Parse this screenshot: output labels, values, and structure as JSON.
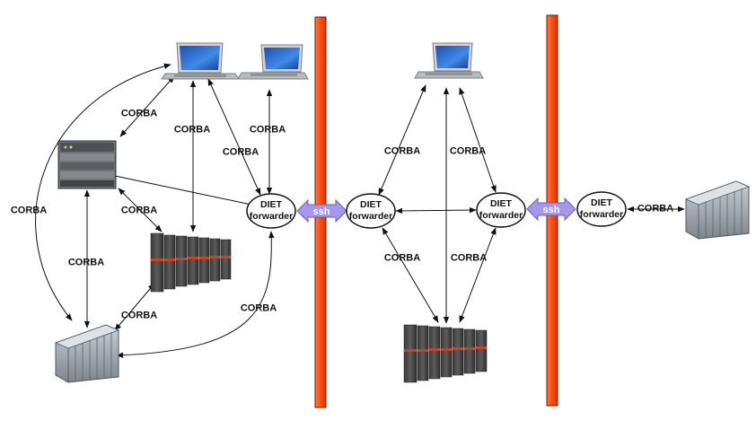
{
  "diagram": {
    "protocol_label": "CORBA",
    "tunnel_label": "ssh",
    "forwarder_line1": "DIET",
    "forwarder_line2": "forwarder"
  },
  "colors": {
    "firewall": "#ff4a12",
    "firewall_edge": "#6a1a08",
    "ssh_arrow": "#a597ee",
    "ssh_arrow_edge": "#6a5fc0",
    "node_fill": "#ffffff",
    "node_stroke": "#111111",
    "rack_body": "#4a4a4a",
    "rack_accent": "#c8441e",
    "cluster_body": "#9aa3aa",
    "server_body": "#6f747a",
    "laptop_body": "#b6bcc2",
    "laptop_screen": "#2f6fd2"
  },
  "icons": [
    "laptop-icon",
    "server-icon",
    "rack-cluster-icon",
    "blade-cluster-icon",
    "firewall-bar-icon",
    "ssh-tunnel-arrow-icon"
  ]
}
